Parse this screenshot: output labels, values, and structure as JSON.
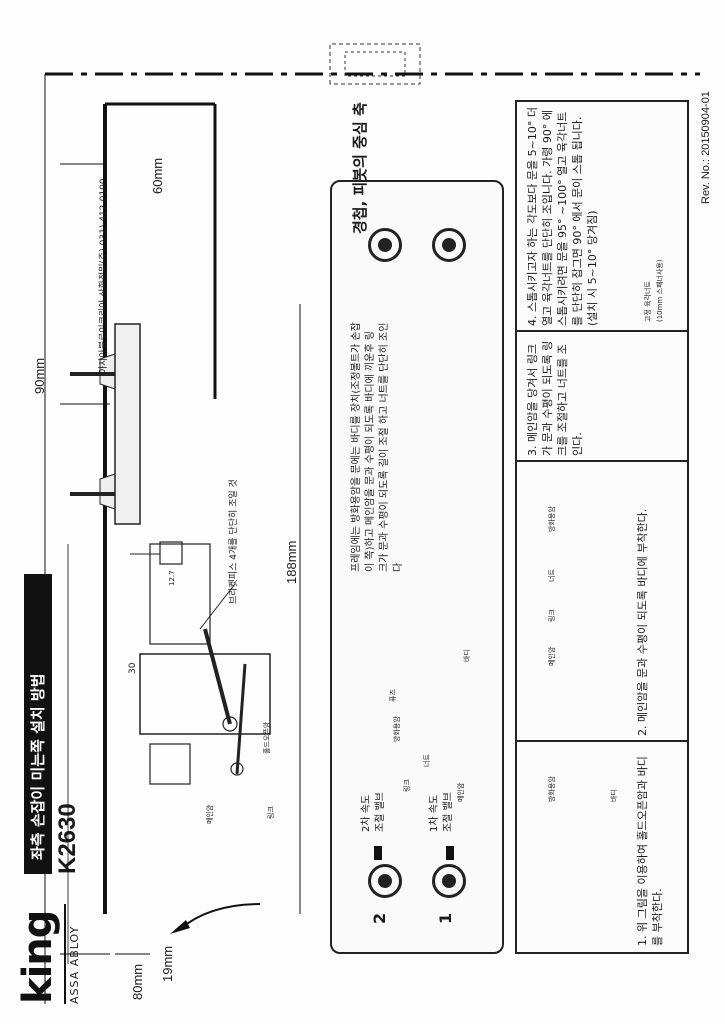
{
  "brand": {
    "logo_text": "king",
    "subtitle": "ASSA ABLOY"
  },
  "header": {
    "title": "좌측 손잡이 미는쪽 설치 방법",
    "model": "K2630"
  },
  "dimensions": {
    "d80": "80mm",
    "d19": "19mm",
    "d90": "90mm",
    "d60": "60mm",
    "d188": "188mm",
    "d30": "30",
    "d127": "12.7"
  },
  "company": "아사아블로이코리아 산화정밀(주)   031) 412-0100",
  "diagram_labels": {
    "main_arm": "메인암",
    "link": "링크",
    "hold_open": "홀드오픈암",
    "bracket_note": "브라켓피스 4개를 단단히 조일 것"
  },
  "body_labels": {
    "valve2": "2차 속도\n조절 밸브",
    "valve1": "1차 속도\n조절 밸브",
    "num1": "1",
    "num2": "2",
    "frame_note": "프레임에는 방화용암을 문에는 바디를 장치(조정볼트가 손잡이 쪽)하고 메인암을 문과 수평이 되도록 바디에 끼운후 링크가 문과 수평이 되도록 길이 조절 하고 너트를 단단히 조인다",
    "fuse": "퓨즈",
    "fire_arm": "방화용암",
    "nut": "너트",
    "link": "링크",
    "main_arm": "메인암",
    "body": "바디"
  },
  "side_note": "경첩, 피봇의 중심 축",
  "steps": [
    {
      "num": "1.",
      "text": "위 그림을 이용하여 홀드오픈암과 바디를 부착한다.",
      "labels": [
        "방화용암",
        "바디"
      ]
    },
    {
      "num": "2.",
      "text": "메인암을 문과 수평이 되도록 바디에 부착한다.",
      "labels": [
        "메인암",
        "링크",
        "너트",
        "방화용암"
      ]
    },
    {
      "num": "3.",
      "text": "메인암을 당겨서 링크가 문과 수평이 되도록 링크를 조절하고 너트를 조인다."
    },
    {
      "num": "4.",
      "text": "스톱시키고자 하는 각도보다 문을 5~10° 더 열고 육각너트를 단단히 조입니다. 가령 90° 에 스톱시키려면 문을 95° ~100° 열고 육각너트를 단단히 잡그면 90° 에서 문이 스톱 됩니다. (설치 시 5~10° 당겨짐)",
      "labels": [
        "고정 육각너트",
        "(10mm 스패너사용)"
      ]
    }
  ],
  "rev_no": "Rev. No.: 20150904-01",
  "colors": {
    "ink": "#1a1a1a",
    "paper": "#fdfdfd"
  }
}
